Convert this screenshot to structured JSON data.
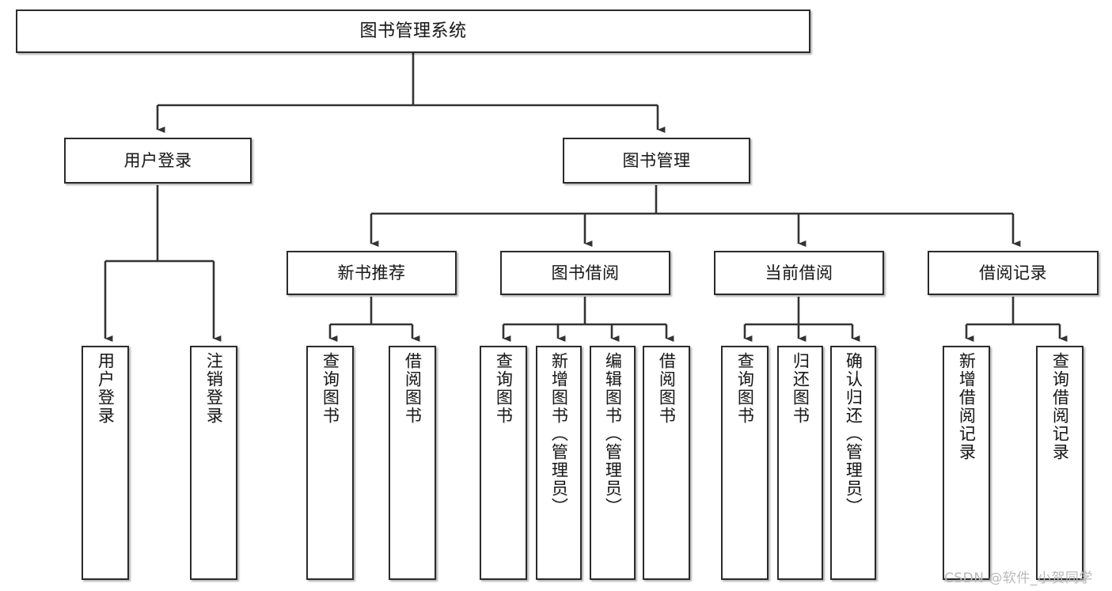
{
  "diagram": {
    "type": "tree",
    "title": "图书管理系统",
    "orientation": "top-down",
    "edge_style": "orthogonal-arrow",
    "colors": {
      "box_border": "#2b2b2b",
      "box_fill": "#ffffff",
      "text": "#1a1a1a",
      "connector": "#333333",
      "watermark": "#b9b9b9",
      "background": "#ffffff"
    },
    "root": {
      "id": "root",
      "label": "图书管理系统"
    },
    "level2": [
      {
        "id": "user-login",
        "label": "用户登录"
      },
      {
        "id": "book-manage",
        "label": "图书管理"
      }
    ],
    "level3": [
      {
        "id": "new-book-rec",
        "label": "新书推荐",
        "parent": "book-manage"
      },
      {
        "id": "book-borrow",
        "label": "图书借阅",
        "parent": "book-manage"
      },
      {
        "id": "current-borrow",
        "label": "当前借阅",
        "parent": "book-manage"
      },
      {
        "id": "borrow-record",
        "label": "借阅记录",
        "parent": "book-manage"
      }
    ],
    "leaves": [
      {
        "id": "leaf-user-login",
        "label": "用户登录",
        "parent": "user-login"
      },
      {
        "id": "leaf-user-logout",
        "label": "注销登录",
        "parent": "user-login"
      },
      {
        "id": "leaf-query-book-1",
        "label": "查询图书",
        "parent": "new-book-rec"
      },
      {
        "id": "leaf-borrow-book-1",
        "label": "借阅图书",
        "parent": "new-book-rec"
      },
      {
        "id": "leaf-query-book-2",
        "label": "查询图书",
        "parent": "book-borrow"
      },
      {
        "id": "leaf-add-book",
        "label": "新增图书（管理员）",
        "parent": "book-borrow"
      },
      {
        "id": "leaf-edit-book",
        "label": "编辑图书（管理员）",
        "parent": "book-borrow"
      },
      {
        "id": "leaf-borrow-book-2",
        "label": "借阅图书",
        "parent": "book-borrow"
      },
      {
        "id": "leaf-query-book-3",
        "label": "查询图书",
        "parent": "current-borrow"
      },
      {
        "id": "leaf-return-book",
        "label": "归还图书",
        "parent": "current-borrow"
      },
      {
        "id": "leaf-confirm-return",
        "label": "确认归还（管理员）",
        "parent": "current-borrow"
      },
      {
        "id": "leaf-add-record",
        "label": "新增借阅记录",
        "parent": "borrow-record"
      },
      {
        "id": "leaf-query-record",
        "label": "查询借阅记录",
        "parent": "borrow-record"
      }
    ]
  },
  "watermark": {
    "text": "CSDN @软件_小贺同学"
  }
}
